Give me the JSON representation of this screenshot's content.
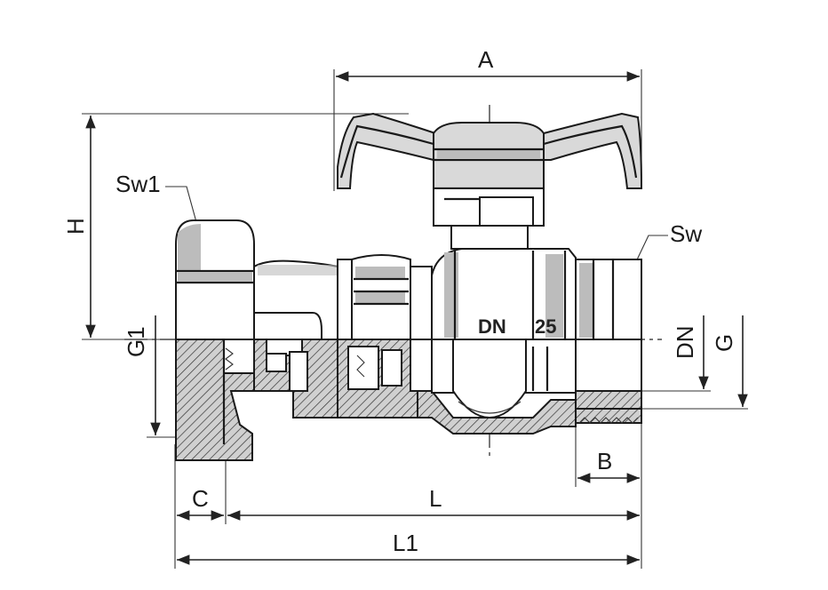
{
  "labels": {
    "A": "A",
    "H": "H",
    "Sw1": "Sw1",
    "Sw": "Sw",
    "G1": "G1",
    "DN": "DN",
    "G": "G",
    "B": "B",
    "C": "C",
    "L": "L",
    "L1": "L1"
  },
  "body_marking": {
    "dn": "DN",
    "size": "25"
  }
}
